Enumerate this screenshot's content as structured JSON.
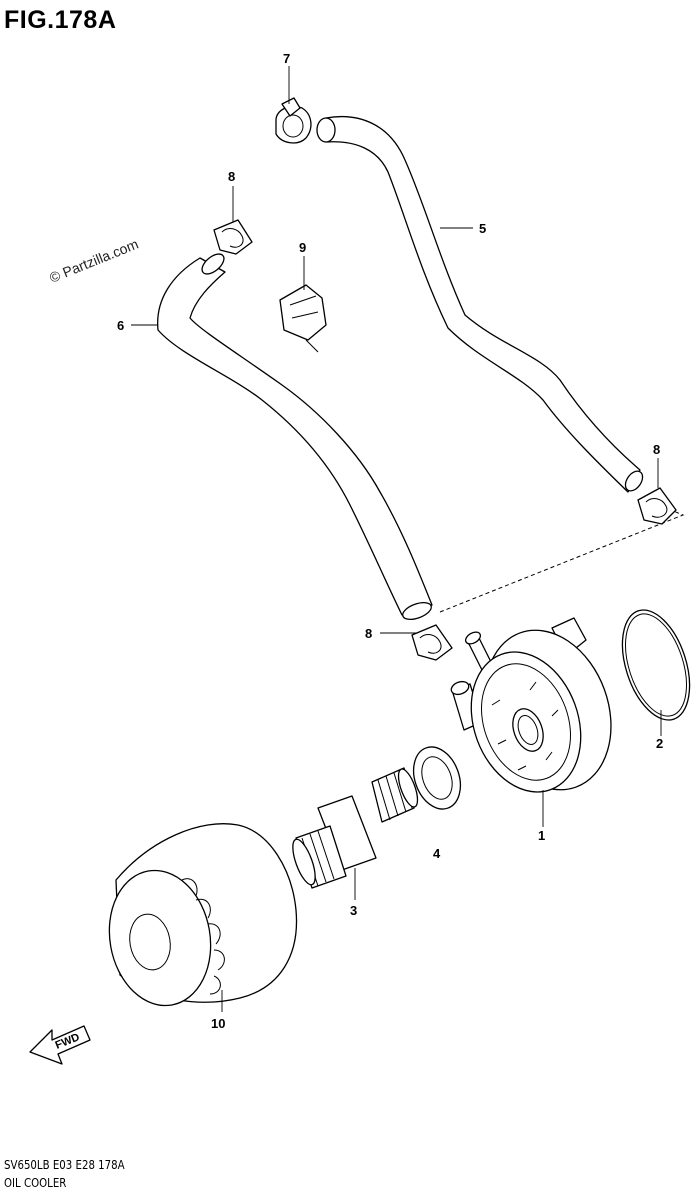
{
  "figure": {
    "title": "FIG.178A",
    "code": "SV650LB  E03  E28  178A",
    "name": "OIL COOLER",
    "watermark": "© Partzilla.com",
    "direction_label": "FWD"
  },
  "callouts": [
    {
      "id": "c1",
      "label": "1"
    },
    {
      "id": "c2",
      "label": "2"
    },
    {
      "id": "c3",
      "label": "3"
    },
    {
      "id": "c4",
      "label": "4"
    },
    {
      "id": "c5",
      "label": "5"
    },
    {
      "id": "c6",
      "label": "6"
    },
    {
      "id": "c7",
      "label": "7"
    },
    {
      "id": "c8a",
      "label": "8"
    },
    {
      "id": "c8b",
      "label": "8"
    },
    {
      "id": "c8c",
      "label": "8"
    },
    {
      "id": "c9",
      "label": "9"
    },
    {
      "id": "c10",
      "label": "10"
    }
  ]
}
